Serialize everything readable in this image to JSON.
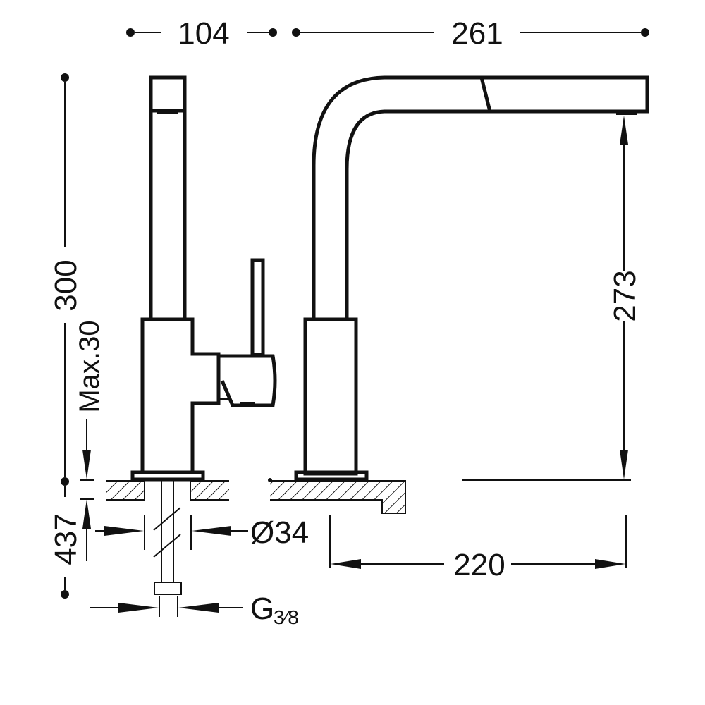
{
  "dimensions": {
    "handle_offset": "104",
    "total_depth": "261",
    "total_height": "300",
    "max_counter": "Max.30",
    "below_counter": "437",
    "hole_diameter": "Ø34",
    "connection_thread": "G",
    "connection_fraction": "3⁄8",
    "spout_height": "273",
    "spout_reach": "220"
  },
  "colors": {
    "line": "#111111",
    "background": "#ffffff"
  }
}
